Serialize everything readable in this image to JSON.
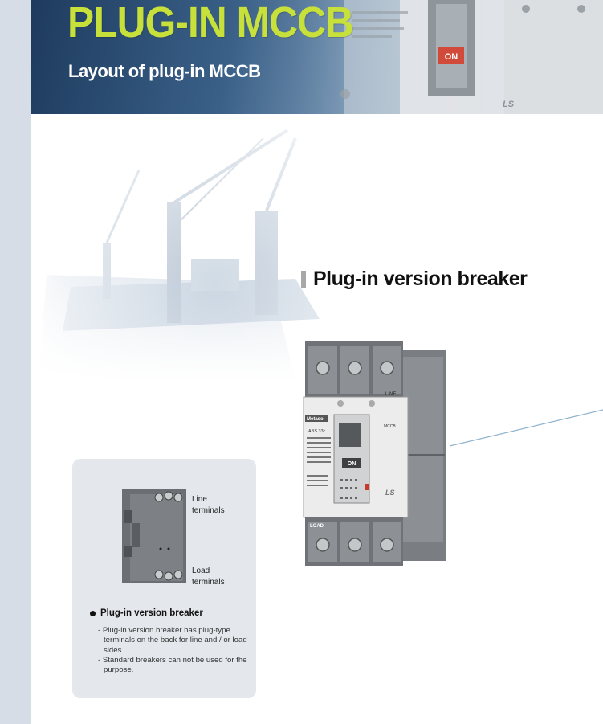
{
  "header": {
    "title": "PLUG-IN MCCB",
    "subtitle": "Layout of plug-in MCCB",
    "photo_badge": "ON",
    "photo_logo": "LS"
  },
  "section": {
    "heading": "Plug-in version breaker"
  },
  "breaker_large": {
    "brand": "Metasol",
    "model": "ABS 33c",
    "line_label": "LINE",
    "load_label": "LOAD",
    "handle_label": "ON",
    "logo": "LS",
    "mccb_label": "MCCB"
  },
  "card": {
    "line_terminals": "Line terminals",
    "load_terminals": "Load terminals",
    "heading": "Plug-in version breaker",
    "items": [
      "- Plug-in version breaker has plug-type terminals on the back for line and / or load sides.",
      "- Standard breakers can not be used for the purpose."
    ]
  },
  "colors": {
    "title_green": "#c8e03a",
    "header_blue": "#2e5278",
    "card_bg": "#e4e8ed",
    "side_band": "#d6dde6"
  }
}
